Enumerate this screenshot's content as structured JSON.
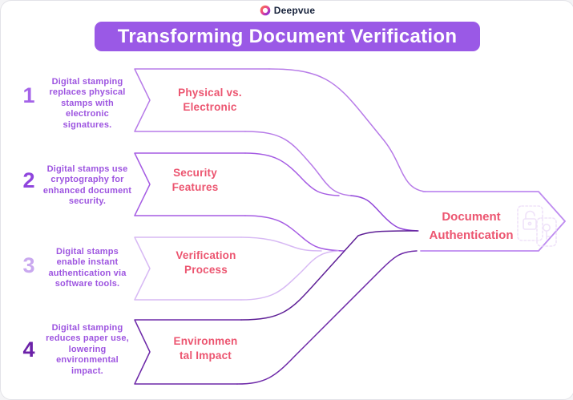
{
  "brand": {
    "name": "Deepvue"
  },
  "header": {
    "title": "Transforming Document Verification"
  },
  "steps": [
    {
      "number": "1",
      "description": "Digital stamping replaces physical stamps with electronic signatures.",
      "label": "Physical vs. Electronic"
    },
    {
      "number": "2",
      "description": "Digital stamps use cryptography for enhanced document security.",
      "label": "Security Features"
    },
    {
      "number": "3",
      "description": "Digital stamps enable instant authentication via software tools.",
      "label": "Verification Process"
    },
    {
      "number": "4",
      "description": "Digital stamping reduces paper use, lowering environmental impact.",
      "label": "Environmen tal Impact"
    }
  ],
  "center": {
    "label": "Document Authentication"
  },
  "icons": {
    "center_watermark": "document-lock-key-icon",
    "brand_mark": "gradient-ring-icon"
  },
  "colors": {
    "banner_background": "#9a59e6",
    "label_pink": "#ec5570",
    "step1_purple": "#b77be8",
    "step2_purple": "#a55ce3",
    "step3_lavender": "#d7b9f4",
    "step4_dark_purple": "#6d28a8",
    "center_arrow_purple": "#be8bf0",
    "brand_text": "#17223b"
  }
}
